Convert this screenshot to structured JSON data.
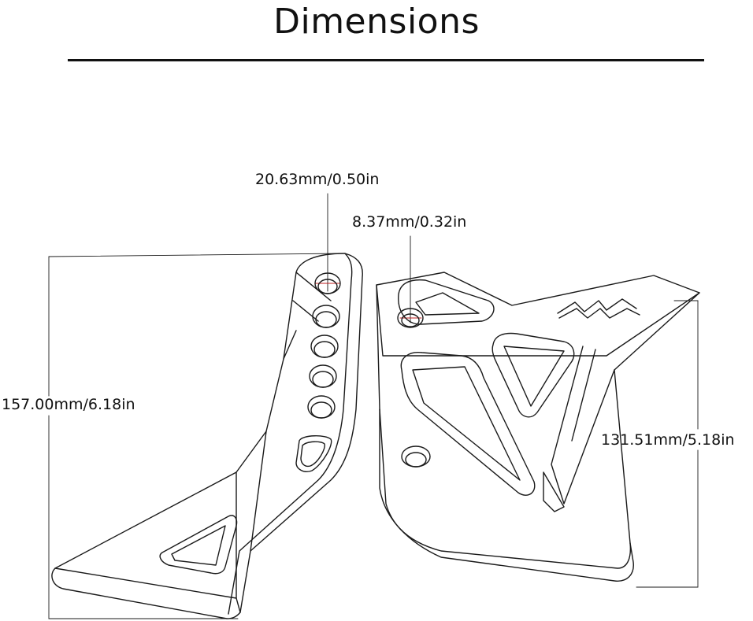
{
  "title": "Dimensions",
  "dimensions": {
    "hole_large": "20.63mm/0.50in",
    "hole_small": "8.37mm/0.32in",
    "height_left": "157.00mm/6.18in",
    "height_right": "131.51mm/5.18in"
  },
  "colors": {
    "line": "#1a1a1a",
    "background": "#ffffff"
  }
}
